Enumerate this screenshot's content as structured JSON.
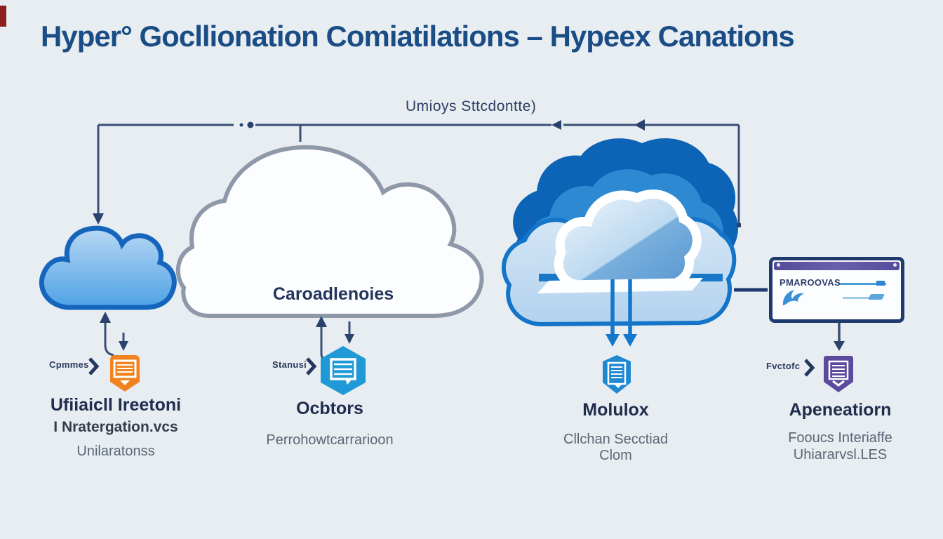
{
  "header": {
    "title": "Hyper° Gocllionation Comiatilations – Hypeex Canations"
  },
  "diagram": {
    "top_label": "Umioys Sttcdontte)",
    "center_cloud_label": "Caroadlenoies",
    "browser": {
      "text": "PMAROOVAS"
    },
    "nodes": [
      {
        "mini_label": "Cpmmes",
        "title": "Ufiiaicll Ireetoni",
        "line2": "I Nratergation.vcs",
        "line3": "Unilaratonss"
      },
      {
        "mini_label": "Stanusi",
        "title": "Ocbtors",
        "line2": "Perrohowtcarrarioon",
        "line3": ""
      },
      {
        "title": "Molulox",
        "line2": "Cllchan Secctiad",
        "line3": "Clom"
      },
      {
        "mini_label": "Fvctofc",
        "title": "Apeneatiorn",
        "line2": "Fooucs Interiaffe",
        "line3": "Uhiararvsl.LES"
      }
    ],
    "icons": {
      "node1": "orange-document-badge-icon",
      "node2": "blue-hexagon-document-icon",
      "node3": "blue-shield-document-icon",
      "node4": "purple-shield-document-icon",
      "window": "browser-window-with-bird-icon"
    }
  },
  "colors": {
    "background": "#e8edf2",
    "title_navy": "#1a4d85",
    "connector_navy": "#3a4f76",
    "arrow_blue": "#1377cc",
    "left_cloud_border": "#1565bd",
    "big_cloud_border": "#8e98a8",
    "right_cloud_back": "#0d63b5",
    "right_cloud_mid": "#2e89d3",
    "right_cloud_front": "#c6ddf2",
    "orange_badge": "#f0831f",
    "hexagon_blue": "#1f9ad6",
    "shield_blue": "#1e88d2",
    "shield_purple": "#5b4a9e",
    "window_border_navy": "#1e3a6e",
    "window_bar_purple": "#564b9a",
    "corner_red": "#8e1f1f",
    "gray_text": "#5c6775"
  }
}
